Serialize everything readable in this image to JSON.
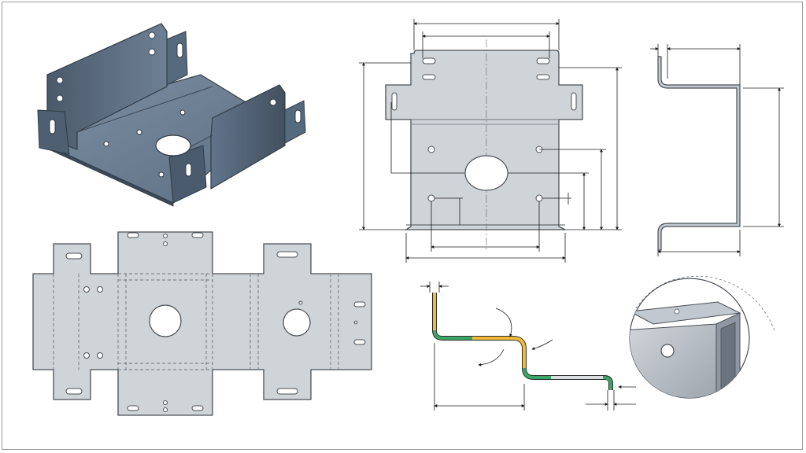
{
  "drawing": {
    "sheet_border": true,
    "colors": {
      "steel_dark": "#4c5b6c",
      "steel_mid": "#6e8194",
      "steel_light": "#8fa2b4",
      "flat_fill": "#c9ced4",
      "flat_stroke": "#4a4f57",
      "dim_line": "#1c1c1c",
      "hidden_line": "#6d737a",
      "bend_yellow": "#f0b93a",
      "bend_green": "#3aa564",
      "detail_fill": "#b8bec5"
    },
    "views": [
      {
        "id": "isometric",
        "kind": "3d-render"
      },
      {
        "id": "flat-pattern",
        "kind": "2d-unfolded"
      },
      {
        "id": "front",
        "kind": "2d-orthographic"
      },
      {
        "id": "side-profile",
        "kind": "2d-orthographic"
      },
      {
        "id": "bend-sequence",
        "kind": "2d-colored-profile"
      },
      {
        "id": "detail",
        "kind": "circular-callout"
      }
    ],
    "labels": []
  }
}
